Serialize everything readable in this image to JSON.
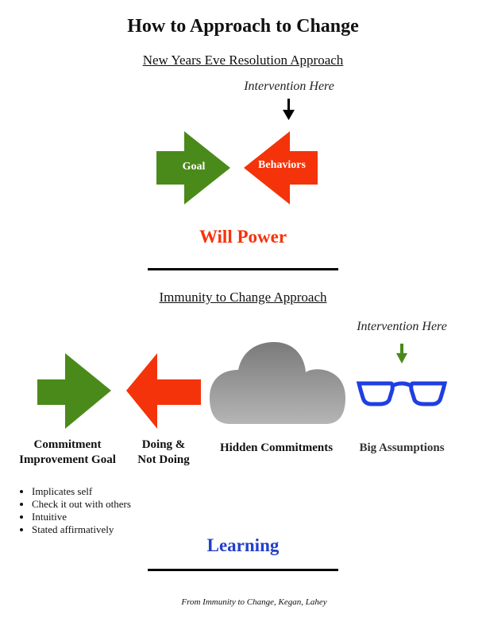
{
  "title": "How to Approach to Change",
  "section1": {
    "subtitle": "New Years Eve Resolution Approach",
    "intervention": "Intervention Here",
    "goal": "Goal",
    "behaviors": "Behaviors",
    "result": "Will Power"
  },
  "section2": {
    "subtitle": "Immunity to Change Approach",
    "intervention": "Intervention Here",
    "labels": {
      "commitment_1": "Commitment",
      "commitment_2": "Improvement Goal",
      "doing_1": "Doing &",
      "doing_2": "Not Doing",
      "hidden": "Hidden Commitments",
      "assumptions": "Big Assumptions"
    },
    "bullets": [
      "Implicates self",
      "Check it out with others",
      "Intuitive",
      "Stated affirmatively"
    ],
    "result": "Learning"
  },
  "citation": "From Immunity to Change, Kegan, Lahey",
  "colors": {
    "green": "#4a8a1a",
    "red": "#f5330a",
    "blue": "#2440c8",
    "glasses": "#1f3fe0"
  }
}
